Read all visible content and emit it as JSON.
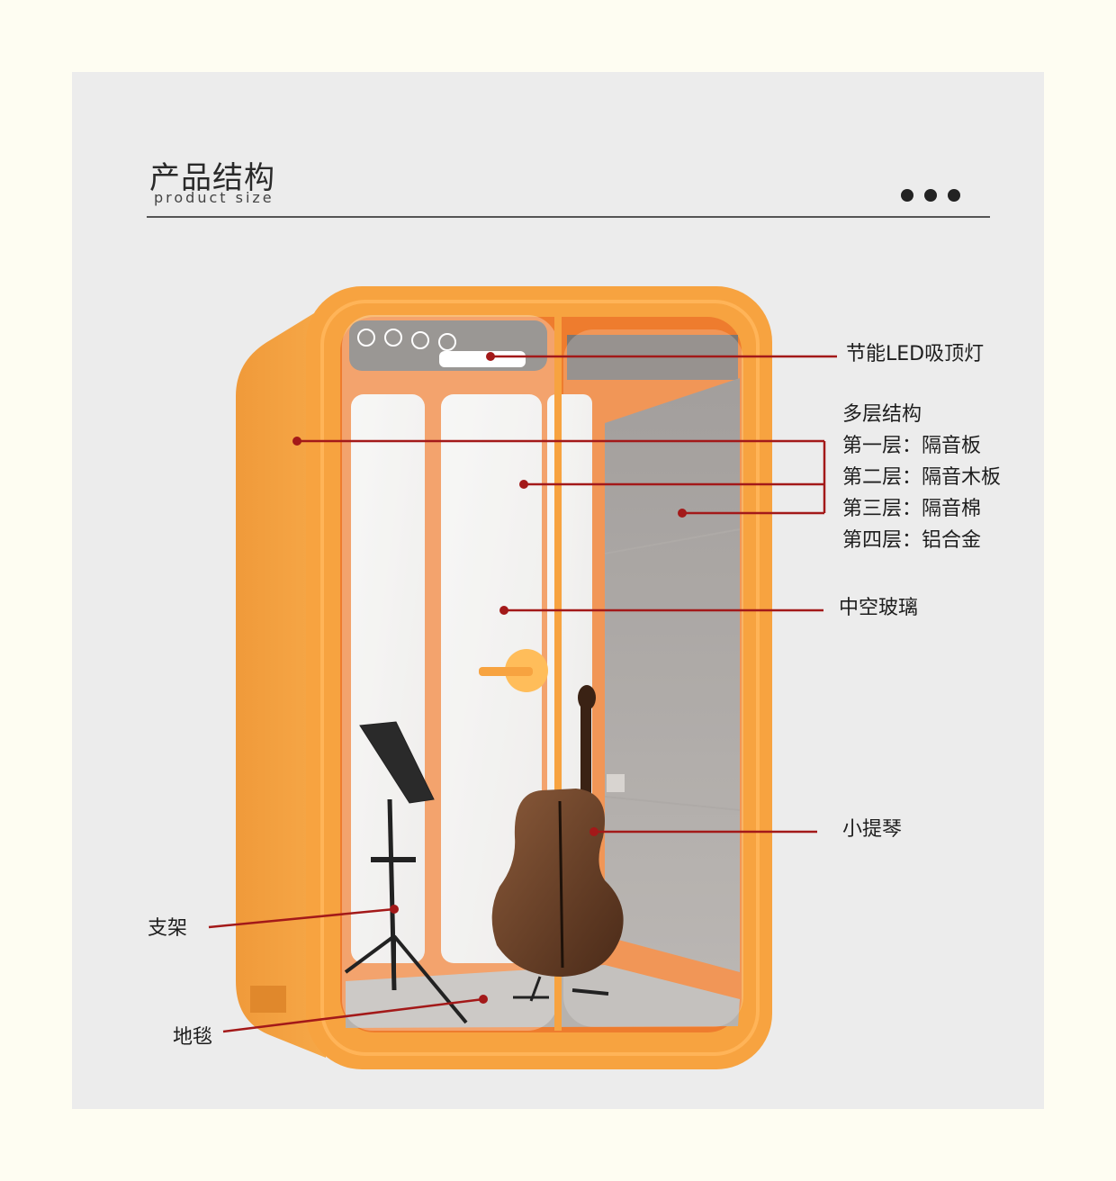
{
  "header": {
    "title": "产品结构",
    "subtitle": "product size"
  },
  "labels": {
    "led": "节能LED吸顶灯",
    "structure_title": "多层结构",
    "layer1": "第一层：隔音板",
    "layer2": "第二层：隔音木板",
    "layer3": "第三层：隔音棉",
    "layer4": "第四层：铝合金",
    "glass": "中空玻璃",
    "violin": "小提琴",
    "stand": "支架",
    "carpet": "地毯"
  },
  "colors": {
    "background": "#fefdf2",
    "panel": "#ececec",
    "booth_orange": "#f7a03c",
    "callout_red": "#a31919"
  }
}
